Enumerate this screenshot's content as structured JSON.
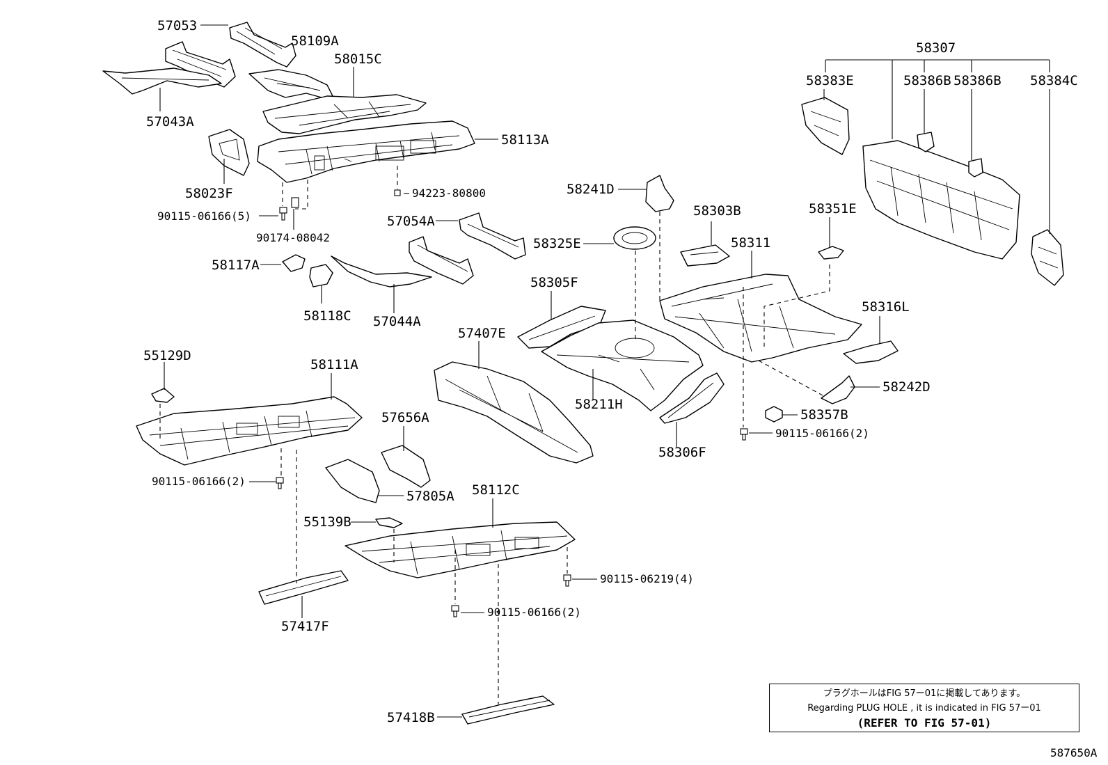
{
  "labels": {
    "p57053": "57053",
    "p58109A": "58109A",
    "p58015C": "58015C",
    "p57043A": "57043A",
    "p58113A": "58113A",
    "p58023F": "58023F",
    "p94223": "94223-80800",
    "p90115_5": "90115-06166(5)",
    "p90174": "90174-08042",
    "p57054A": "57054A",
    "p58117A": "58117A",
    "p58118C": "58118C",
    "p57044A": "57044A",
    "p58307": "58307",
    "p58383E": "58383E",
    "p58386B_1": "58386B",
    "p58386B_2": "58386B",
    "p58384C": "58384C",
    "p58241D": "58241D",
    "p58303B": "58303B",
    "p58351E": "58351E",
    "p58325E": "58325E",
    "p58311": "58311",
    "p58305F": "58305F",
    "p58316L": "58316L",
    "p57407E": "57407E",
    "p55129D": "55129D",
    "p58111A": "58111A",
    "p58211H": "58211H",
    "p58242D": "58242D",
    "p58357B": "58357B",
    "p90115_2a": "90115-06166(2)",
    "p58306F": "58306F",
    "p57656A": "57656A",
    "p90115_2b": "90115-06166(2)",
    "p57805A": "57805A",
    "p58112C": "58112C",
    "p55139B": "55139B",
    "p90115_06219": "90115-06219(4)",
    "p90115_2c": "90115-06166(2)",
    "p57417F": "57417F",
    "p57418B": "57418B"
  },
  "note": {
    "japanese": "プラグホールはFIG 57ー01に掲載してあります。",
    "english": "Regarding PLUG HOLE , it is indicated in FIG 57ー01",
    "refer": "(REFER TO FIG 57-01)"
  },
  "figure_code": "587650A"
}
